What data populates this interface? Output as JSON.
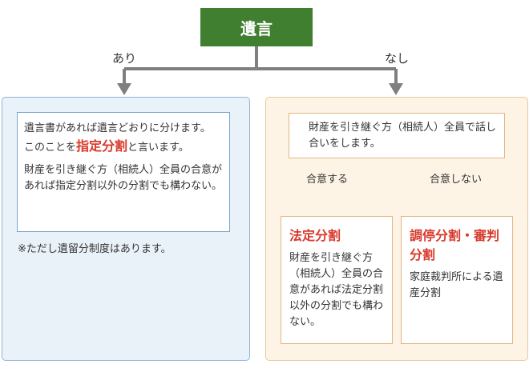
{
  "root": {
    "label": "遺言"
  },
  "branches": {
    "yes": "あり",
    "no": "なし"
  },
  "left": {
    "line1": "遺言書があれば遺言どおりに分けます。",
    "line2_pre": "このことを",
    "line2_highlight": "指定分割",
    "line2_post": "と言います。",
    "paragraph2": "財産を引き継ぐ方（相続人）全員の合意があれば指定分割以外の分割でも構わない。",
    "note": "※ただし遺留分制度はあります。"
  },
  "right": {
    "talk": "財産を引き継ぐ方（相続人）全員で話し合いをします。",
    "agree_label": "合意する",
    "disagree_label": "合意しない",
    "hotei": {
      "title": "法定分割",
      "body": "財産を引き継ぐ方（相続人）全員の合意があれば法定分割以外の分割でも構わない。"
    },
    "chotei": {
      "title": "調停分割・審判分割",
      "body": "家庭裁判所による遺産分割"
    }
  },
  "colors": {
    "root_green": "#3f7f2f",
    "connector_gray": "#7f7f7f",
    "highlight_red": "#d8392b",
    "left_panel_bg": "#eaf2f9",
    "right_panel_bg": "#fdf4e6"
  }
}
